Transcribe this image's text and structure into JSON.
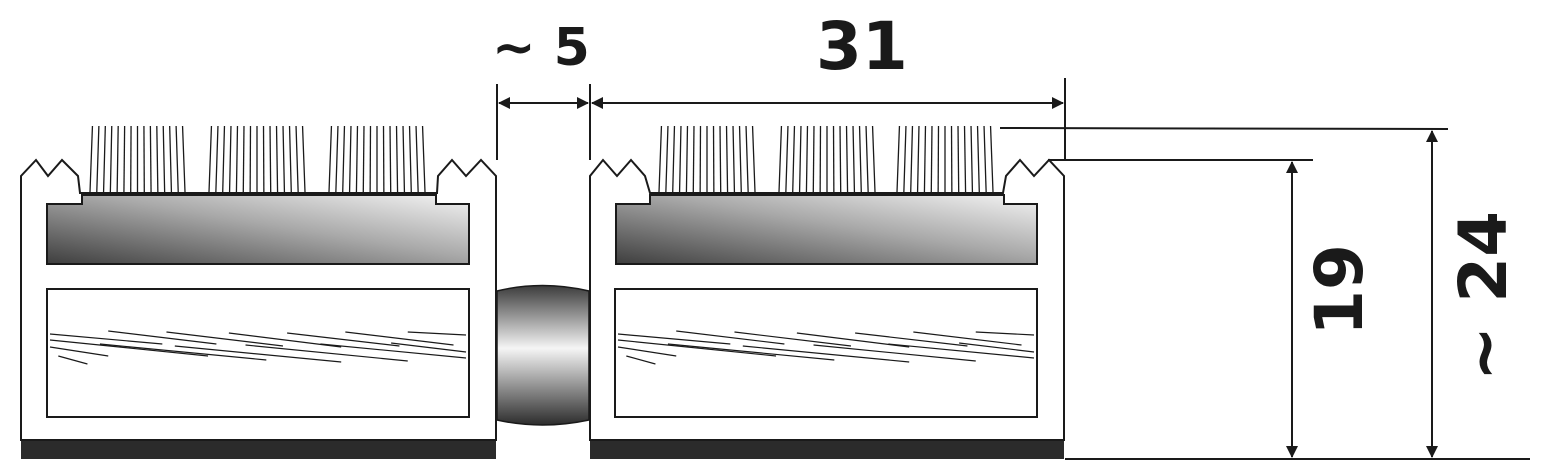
{
  "dimensions": {
    "gap_label": "~ 5",
    "width_label": "31",
    "inner_height_label": "19",
    "total_height_label": "~ 24"
  },
  "colors": {
    "line": "#1a1a1a",
    "base_strip": "#2b2b2b",
    "gradient_dark": "#4a4a4a",
    "gradient_light": "#f2f2f2"
  }
}
